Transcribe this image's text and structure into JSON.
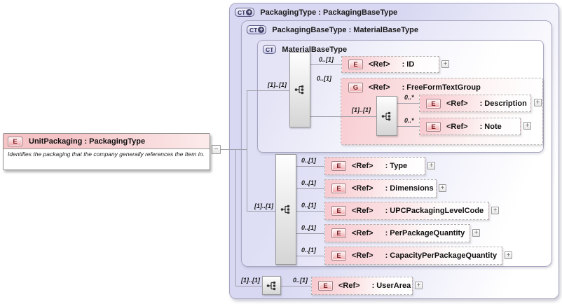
{
  "left_element": {
    "icon_label": "E",
    "title": "UnitPackaging : PackagingType",
    "annotation": "Identifies the packaging that the company generally references the Item in."
  },
  "types": {
    "packaging_type": {
      "icon_label": "CT",
      "icon_plus": "+",
      "title": "PackagingType : PackagingBaseType"
    },
    "packaging_base_type": {
      "icon_label": "CT",
      "icon_plus": "+",
      "title": "PackagingBaseType : MaterialBaseType"
    },
    "material_base_type": {
      "icon_label": "CT",
      "title": "MaterialBaseType"
    }
  },
  "sequences": {
    "material": {
      "cardinality": "[1]..[1]"
    },
    "fftg": {
      "cardinality": "[1]..[1]"
    },
    "inherited": {
      "cardinality": "[1]..[1]"
    },
    "user_area": {
      "cardinality": "[1]..[1]"
    }
  },
  "nodes": {
    "id": {
      "cardinality": "0..[1]",
      "icon": "E",
      "ref": "<Ref>",
      "label": ": ID"
    },
    "fftg": {
      "cardinality": "0..[1]",
      "icon": "G",
      "ref": "<Ref>",
      "label": ": FreeFormTextGroup"
    },
    "description": {
      "cardinality": "0..*",
      "icon": "E",
      "ref": "<Ref>",
      "label": ": Description"
    },
    "note": {
      "cardinality": "0..*",
      "icon": "E",
      "ref": "<Ref>",
      "label": ": Note"
    },
    "type": {
      "cardinality": "0..[1]",
      "icon": "E",
      "ref": "<Ref>",
      "label": ": Type"
    },
    "dimensions": {
      "cardinality": "0..[1]",
      "icon": "E",
      "ref": "<Ref>",
      "label": ": Dimensions"
    },
    "upc_packaging_level_code": {
      "cardinality": "0..[1]",
      "icon": "E",
      "ref": "<Ref>",
      "label": ": UPCPackagingLevelCode"
    },
    "per_package_quantity": {
      "cardinality": "0..[1]",
      "icon": "E",
      "ref": "<Ref>",
      "label": ": PerPackageQuantity"
    },
    "capacity_per_package_quantity": {
      "cardinality": "0..[1]",
      "icon": "E",
      "ref": "<Ref>",
      "label": ": CapacityPerPackageQuantity"
    },
    "user_area": {
      "cardinality": "0..[1]",
      "icon": "E",
      "ref": "<Ref>",
      "label": ": UserArea"
    }
  },
  "glyphs": {
    "plus": "+",
    "minus": "−"
  },
  "colors": {
    "lavender_fill": "#d8d8f2",
    "pink_fill": "#f7c9cf",
    "icon_pink": "#f2a6ab",
    "connector": "#9f9fa8",
    "ct_icon_border": "#5d5d85"
  }
}
